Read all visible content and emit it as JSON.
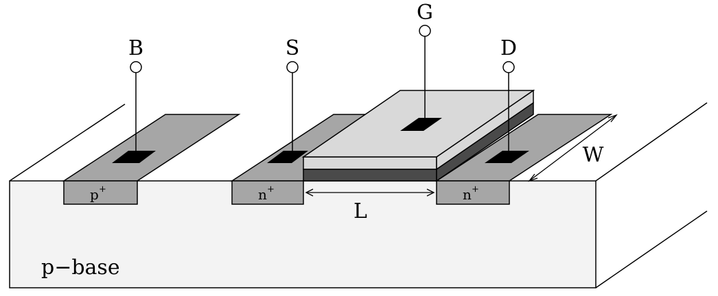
{
  "terminals": {
    "body": "B",
    "source": "S",
    "gate": "G",
    "drain": "D"
  },
  "regions": {
    "body_contact": {
      "base": "p",
      "superscript": "+"
    },
    "source_region": {
      "base": "n",
      "superscript": "+"
    },
    "drain_region": {
      "base": "n",
      "superscript": "+"
    }
  },
  "dimensions": {
    "length": "L",
    "width": "W"
  },
  "substrate_label": "p−base",
  "colors": {
    "substrate": "#f3f3f3",
    "diffusion": "#a6a6a6",
    "gate_top": "#d9d9d9",
    "gate_oxide": "#4a4a4a",
    "contact": "#000000"
  }
}
